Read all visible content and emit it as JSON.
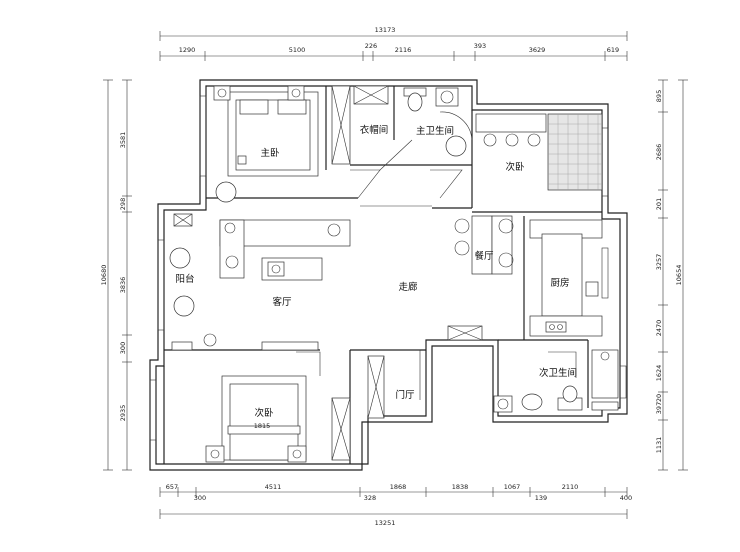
{
  "dimensions": {
    "top_total": "13173",
    "top_segments": [
      "1290",
      "5100",
      "226",
      "2116",
      "393",
      "3629",
      "619"
    ],
    "bottom_segments_a": [
      "657",
      "4511",
      "1868",
      "1838",
      "1067",
      "2110"
    ],
    "bottom_segments_b": [
      "300",
      "328",
      "139",
      "400"
    ],
    "bottom_total": "13251",
    "left_total": "10680",
    "left_segments": [
      "3581",
      "298",
      "3836",
      "300",
      "2935"
    ],
    "right_total": "10654",
    "right_segments": [
      "895",
      "2686",
      "201",
      "3257",
      "2470",
      "1624",
      "20",
      "397",
      "1131"
    ]
  },
  "rooms": {
    "master_bedroom": "主卧",
    "walk_in_closet": "衣帽间",
    "master_bathroom": "主卫生间",
    "second_bedroom_top": "次卧",
    "balcony": "阳台",
    "living_room": "客厅",
    "corridor": "走廊",
    "dining_room": "餐厅",
    "kitchen": "厨房",
    "second_bedroom_bottom": "次卧",
    "bed_width": "1815",
    "foyer": "门厅",
    "second_bathroom": "次卫生间"
  }
}
